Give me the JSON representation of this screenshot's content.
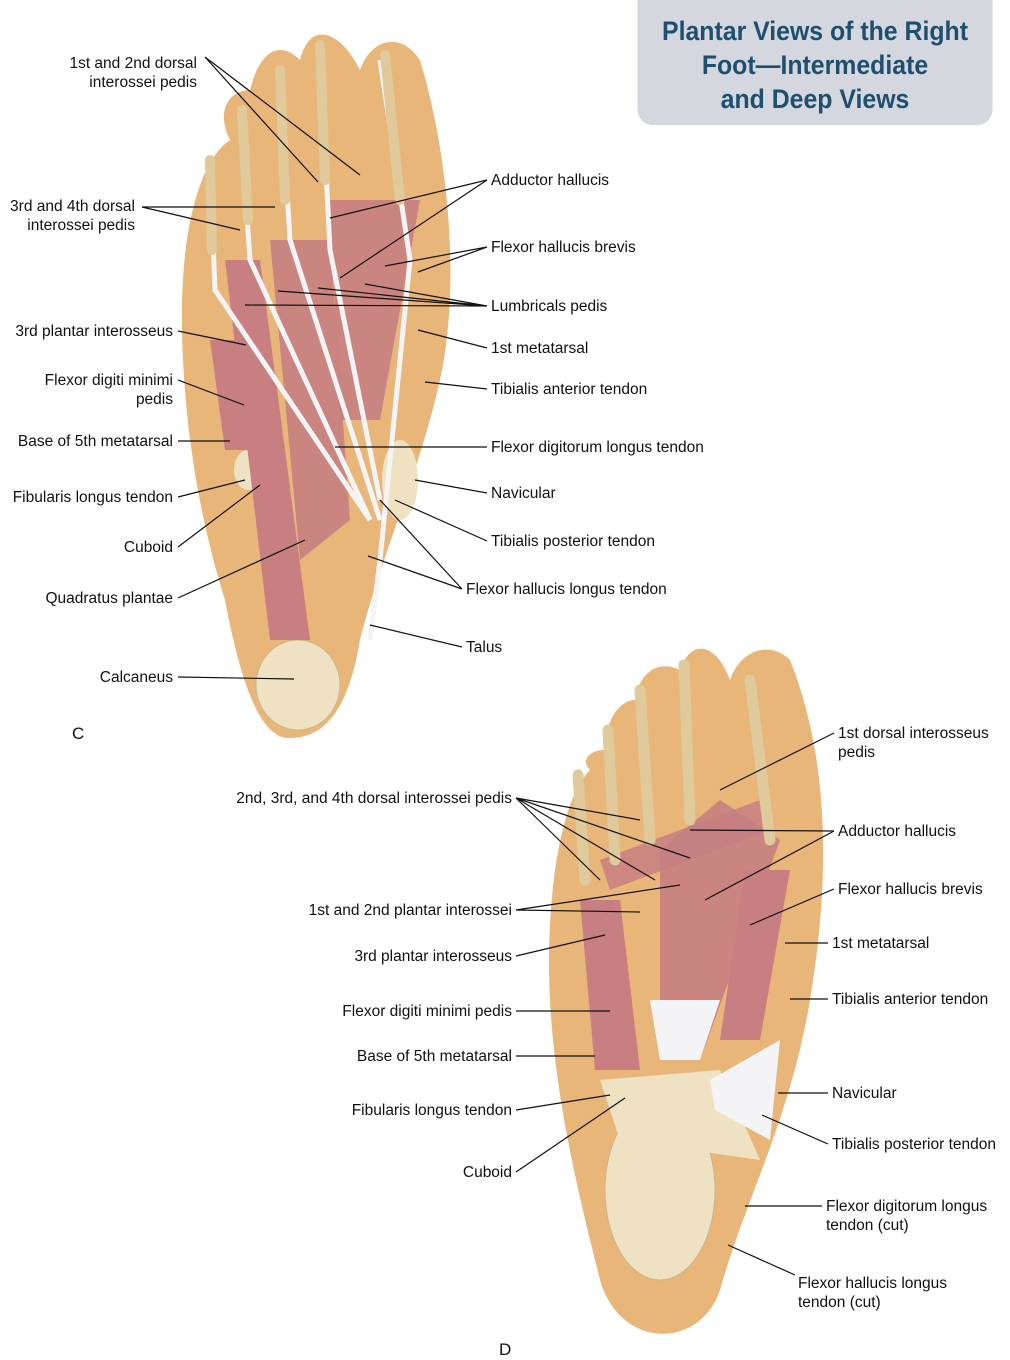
{
  "title": [
    "Plantar Views of the Right",
    "Foot—Intermediate",
    "and Deep Views"
  ],
  "view_c": {
    "panel_label": "C",
    "labels": {
      "dorsal_1_2": [
        "1st and 2nd dorsal",
        "interossei pedis"
      ],
      "dorsal_3_4": [
        "3rd and 4th dorsal",
        "interossei pedis"
      ],
      "plantar_3": "3rd plantar interosseus",
      "fdm": [
        "Flexor digiti minimi",
        "pedis"
      ],
      "base_5th": "Base of 5th metatarsal",
      "fibularis": "Fibularis longus tendon",
      "cuboid": "Cuboid",
      "quadratus": "Quadratus plantae",
      "calcaneus": "Calcaneus",
      "adductor": "Adductor hallucis",
      "fhb": "Flexor hallucis brevis",
      "lumbricals": "Lumbricals pedis",
      "met1": "1st metatarsal",
      "tib_ant": "Tibialis anterior tendon",
      "fdl": "Flexor digitorum longus tendon",
      "navicular": "Navicular",
      "tib_post": "Tibialis posterior tendon",
      "fhl": "Flexor hallucis longus tendon",
      "talus": "Talus"
    }
  },
  "view_d": {
    "panel_label": "D",
    "labels": {
      "dorsal_1": [
        "1st dorsal interosseus",
        "pedis"
      ],
      "dorsal_2_4": "2nd, 3rd, and 4th dorsal interossei pedis",
      "adductor": "Adductor hallucis",
      "fhb": "Flexor hallucis brevis",
      "plantar_1_2": "1st and 2nd plantar interossei",
      "met1": "1st metatarsal",
      "plantar_3": "3rd plantar interosseus",
      "tib_ant": "Tibialis anterior tendon",
      "fdm": "Flexor digiti minimi pedis",
      "base_5th": "Base of 5th metatarsal",
      "navicular": "Navicular",
      "fibularis": "Fibularis longus tendon",
      "tib_post": "Tibialis posterior tendon",
      "cuboid": "Cuboid",
      "fdl_cut": [
        "Flexor digitorum longus",
        "tendon (cut)"
      ],
      "fhl_cut": [
        "Flexor hallucis longus",
        "tendon (cut)"
      ]
    }
  },
  "colors": {
    "skin": "#e9b679",
    "bone": "#efe2c2",
    "muscle": "#c77f82",
    "tendon": "#f4f4f6",
    "title_text": "#1e4f6f",
    "title_bg": "#d5d7df"
  }
}
